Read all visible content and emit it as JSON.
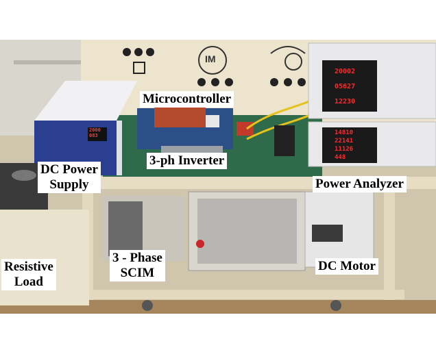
{
  "labels": {
    "microcontroller": "Microcontroller",
    "inverter": "3-ph Inverter",
    "dc_power_line1": "DC Power",
    "dc_power_line2": "Supply",
    "power_analyzer": "Power Analyzer",
    "resistive_line1": "Resistive",
    "resistive_line2": "Load",
    "scim_line1": "3 - Phase",
    "scim_line2": "SCIM",
    "dc_motor": "DC Motor",
    "motor_symbol": "IM"
  },
  "readouts": {
    "psu_v": "2000",
    "psu_a": "083",
    "pa1_row1": "20002",
    "pa1_row2": "05627",
    "pa1_row3": "12230",
    "pa2_row1": "14810",
    "pa2_row2": "22141",
    "pa2_row3": "11126",
    "pa2_row4": "448"
  },
  "colors": {
    "frame": "#e6ddc4",
    "board": "#2f6b4a",
    "pcb_blue": "#2b4f86",
    "analyzer": "#e9e9ec",
    "led_red": "#ff2a2a",
    "psu_blue": "#2a3f8f",
    "wire_yellow": "#e6c21a"
  }
}
